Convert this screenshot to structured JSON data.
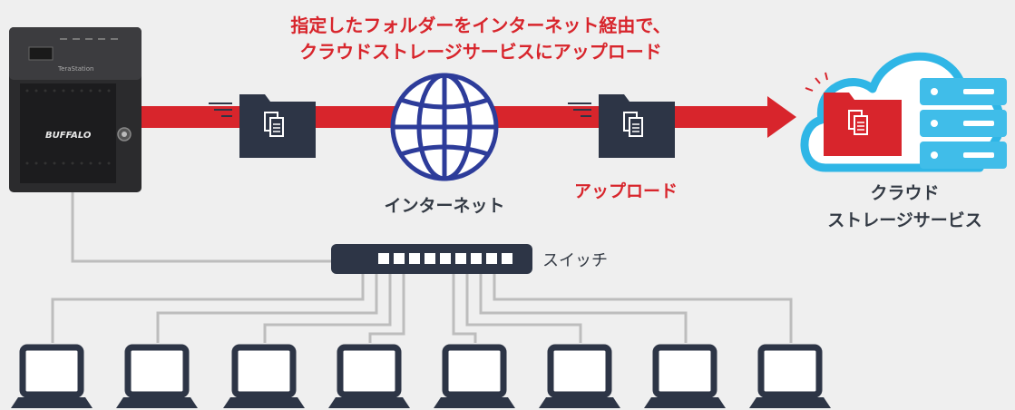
{
  "heading": {
    "line1": "指定したフォルダーをインターネット経由で、",
    "line2": "クラウドストレージサービスにアップロード"
  },
  "labels": {
    "internet": "インターネット",
    "upload": "アップロード",
    "cloud_line1": "クラウド",
    "cloud_line2": "ストレージサービス",
    "switch": "スイッチ"
  },
  "nas": {
    "brand": "BUFFALO",
    "model": "TeraStation"
  },
  "colors": {
    "background": "#efefef",
    "accent_red": "#d8252c",
    "navy": "#2d3546",
    "cloud_blue": "#2fb6e6",
    "server_blue": "#40bde9",
    "cable_gray": "#bdbdbd"
  },
  "icons": {
    "folder": "document-folder-icon",
    "globe": "globe-icon",
    "cloud": "cloud-icon",
    "server": "server-stack-icon",
    "laptop": "laptop-icon",
    "switch": "network-switch-icon"
  },
  "laptop_count": 8
}
